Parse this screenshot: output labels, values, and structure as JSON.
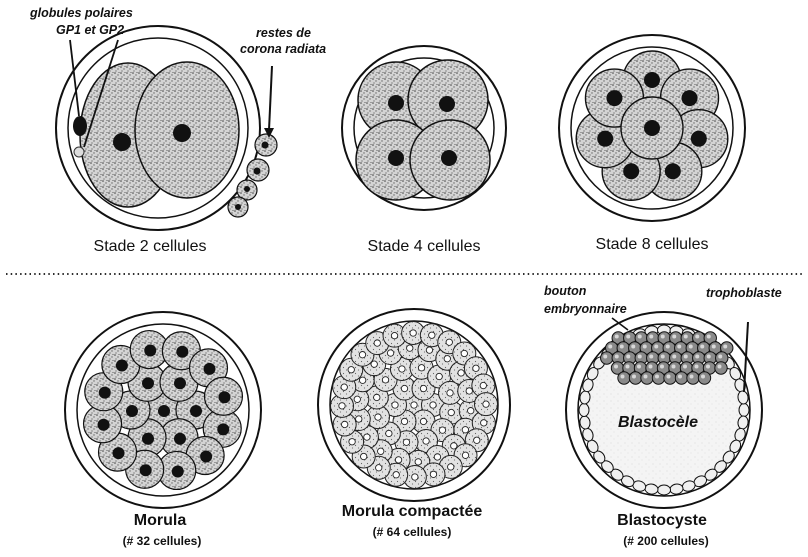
{
  "stages": [
    {
      "label": "Stade 2 cellules"
    },
    {
      "label": "Stade 4 cellules"
    },
    {
      "label": "Stade 8 cellules"
    },
    {
      "label": "Morula",
      "count": "(# 32 cellules)"
    },
    {
      "label": "Morula compactée",
      "count": "(# 64 cellules)"
    },
    {
      "label": "Blastocyste",
      "count": "(# 200 cellules)"
    }
  ],
  "annotations": {
    "polar_bodies_line1": "globules polaires",
    "polar_bodies_line2": "GP1 et GP2",
    "corona_line1": "restes de",
    "corona_line2": "corona radiata",
    "embryo_button_line1": "bouton",
    "embryo_button_line2": "embryonnaire",
    "trophoblast": "trophoblaste",
    "cavity": "Blastocèle"
  }
}
